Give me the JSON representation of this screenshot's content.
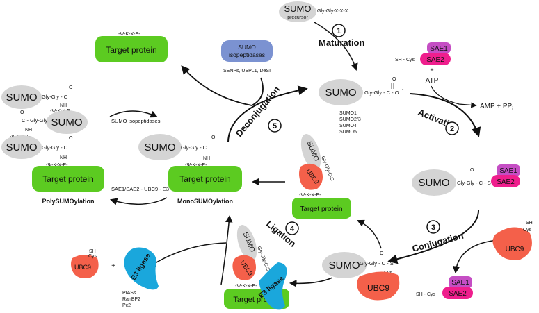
{
  "colors": {
    "sumo": "#d4d4d4",
    "target": "#5ccb21",
    "ubc9": "#f4604a",
    "e3": "#1aa7dc",
    "sae1": "#c54ec4",
    "sae2": "#ef1e8d",
    "isopeptidase": "#7b92d1",
    "arrow": "#111111"
  },
  "labels": {
    "sumo": "SUMO",
    "precursor": "precursor",
    "gly_tail": "Gly-Gly-X-X-X",
    "target_protein": "Target protein",
    "psi_kxe": "-Ψ-K-X-E-",
    "sumo_isopeptidases_box": "SUMO isopeptidases",
    "isopeptidases_examples": "SENPs, USPL1, DeSI",
    "sae1": "SAE1",
    "sae2": "SAE2",
    "sh_cys": "SH - Cys",
    "plus": "+",
    "atp": "ATP",
    "amp_ppi": "AMP + PP",
    "ppi_sub": "i",
    "ubc9": "UBC9",
    "e3_ligase": "E3 ligase",
    "sh": "SH",
    "cys": "Cys",
    "chem_free": "Gly-Gly - C - O",
    "chem_sae": "Gly-Gly - C - S - Cys",
    "chem_ubc9": "Gly-Gly - C - S",
    "chem_conj": "Gly-Gly - C",
    "chem_conj_short": "C - Gly-Gly",
    "chem_o": "O",
    "chem_nh": "NH",
    "chem_minus": "-",
    "paralogs": [
      "SUMO1",
      "SUMO2/3",
      "SUMO4",
      "SUMO5"
    ],
    "e3_examples": [
      "PIASs",
      "RanBP2",
      "Pc2"
    ],
    "sumo_isopeptidases_arrow": "SUMO isopeptidases",
    "poly_enzymes": "SAE1/SAE2 - UBC9 - E3",
    "mono": "MonoSUMOylation",
    "poly": "PolySUMOylation",
    "ubc9_tilted_chem": "Gly-Gly-C-S"
  },
  "steps": [
    {
      "num": "1",
      "name": "Maturation"
    },
    {
      "num": "2",
      "name": "Activation"
    },
    {
      "num": "3",
      "name": "Conjugation"
    },
    {
      "num": "4",
      "name": "Ligation"
    },
    {
      "num": "5",
      "name": "Deconjugation"
    }
  ]
}
